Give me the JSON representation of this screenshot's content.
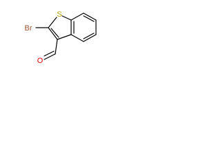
{
  "molecule": {
    "atoms": {
      "sulfur": "S",
      "bromine": "Br",
      "oxygen": "O"
    },
    "colors": {
      "bond": "#000000",
      "sulfur": "#b8a000",
      "bromine": "#a0522d",
      "oxygen": "#e00000"
    }
  }
}
